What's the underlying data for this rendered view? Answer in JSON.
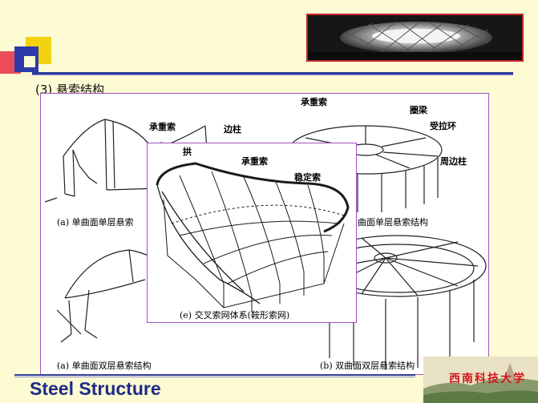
{
  "header": {
    "section_title": "(3) 悬索结构"
  },
  "figures": {
    "top_left_caption": "(a) 单曲面单层悬索",
    "top_left_label_cable": "承重索",
    "top_left_label_column": "边柱",
    "top_right_caption": "曲面单层悬索结构",
    "top_right_label_cable": "承重索",
    "top_right_label_ring_beam": "圈梁",
    "top_right_label_tension_ring": "受拉环",
    "top_right_label_perimeter_column": "周边柱",
    "bottom_left_caption": "(a) 单曲面双层悬索结构",
    "bottom_right_caption": "(b) 双曲面双层悬索结构",
    "overlay_label_arch": "拱",
    "overlay_label_cable": "承重索",
    "overlay_label_stabilizing": "稳定索",
    "overlay_caption": "(e)   交叉索网体系(鞍形索网)"
  },
  "footer": {
    "title": "Steel Structure",
    "university": "西南科技大学"
  },
  "colors": {
    "background": "#fdfbd3",
    "accent_blue": "#2f3a99",
    "frame_purple": "#a052c2",
    "photo_border": "#c0262b"
  }
}
